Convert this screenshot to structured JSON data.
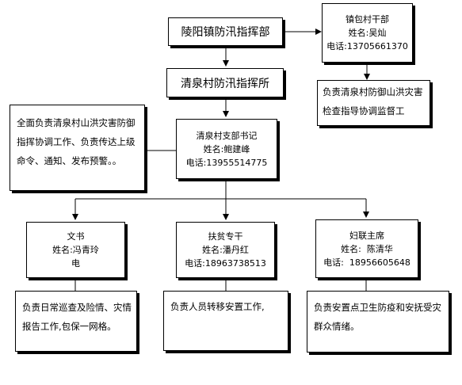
{
  "hq": {
    "title": "陵阳镇防汛指挥部"
  },
  "village_cadre": {
    "title": "镇包村干部",
    "name": "姓名:吴灿",
    "phone": "电话:13705661370",
    "duty": "负责清泉村防御山洪灾害检查指导协调监督工"
  },
  "village_office": {
    "title": "清泉村防汛指挥所"
  },
  "secretary": {
    "title": "清泉村支部书记",
    "name": "姓名:鲍建峰",
    "phone": "电话:13955514775",
    "duty": "全面负责清泉村山洪灾害防御指挥协调工作、负责传达上级命令、通知、发布预警。。"
  },
  "clerk": {
    "title": "文书",
    "name": "姓名:冯青玲",
    "phone": "电",
    "duty": "负责日常巡查及险情、灾情报告工作,包保一网格。"
  },
  "poverty": {
    "title": "扶贫专干",
    "name": "姓名:潘丹红",
    "phone": "电话:18963738513",
    "duty": "负责人员转移安置工作,"
  },
  "women": {
    "title": "妇联主席",
    "name": "姓名:  陈清华",
    "phone": "电话:  18956605648",
    "duty": "负责安置点卫生防疫和安抚受灾群众情绪。"
  }
}
